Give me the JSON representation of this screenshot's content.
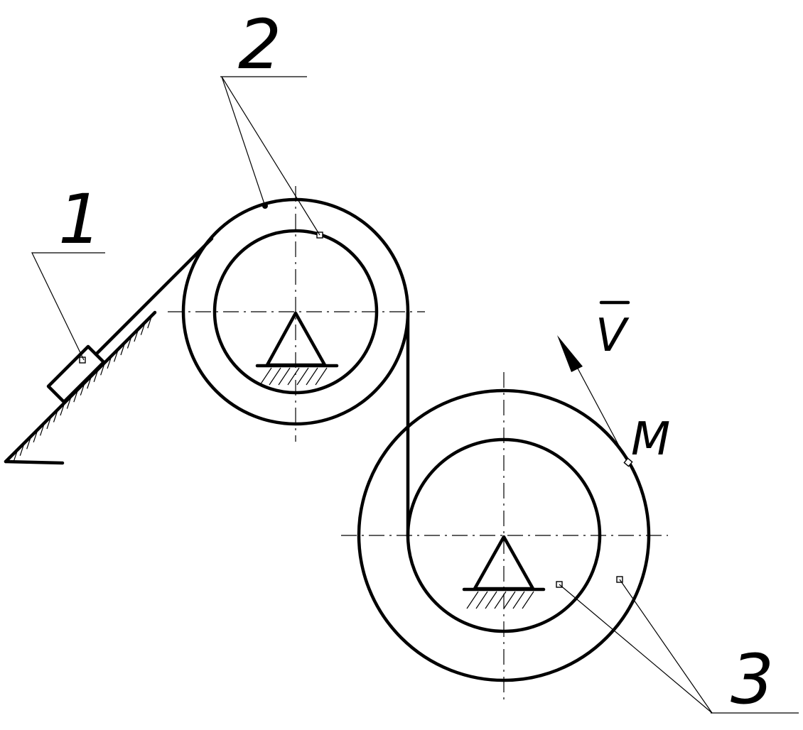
{
  "labels": {
    "body_1": "1",
    "body_2": "2",
    "body_3": "3",
    "point_m": "M",
    "velocity": "V"
  }
}
